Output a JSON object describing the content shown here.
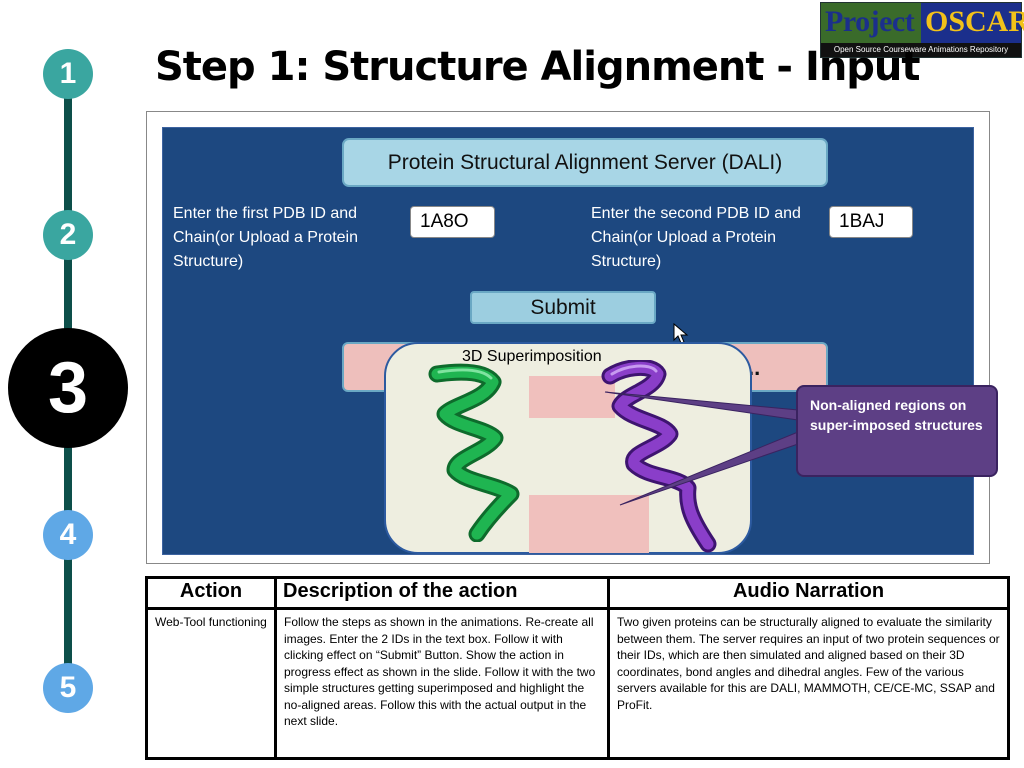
{
  "slide": {
    "title": "Step 1: Structure Alignment - Input",
    "steps": [
      "1",
      "2",
      "3",
      "4",
      "5"
    ],
    "current_step": "3"
  },
  "logo": {
    "project": "Project",
    "oscar": "OSCAR",
    "tagline": "Open Source Courseware Animations Repository"
  },
  "panel": {
    "server_title": "Protein Structural Alignment Server (DALI)",
    "first_label": "Enter the first PDB ID  and Chain(or Upload a Protein Structure)",
    "first_value": "1A8O",
    "second_label": "Enter the second PDB ID and Chain(or Upload a Protein Structure)",
    "second_value": "1BAJ",
    "submit_label": "Submit",
    "progress_dots": "..",
    "popup_title": "3D Superimposition",
    "callout_text": "Non-aligned regions on super-imposed structures"
  },
  "table": {
    "headers": [
      "Action",
      "Description of the action",
      "Audio Narration"
    ],
    "action": "Web-Tool functioning",
    "description": "Follow the steps as shown in the animations. Re-create all images. Enter the 2 IDs in the text box. Follow it with clicking effect on  “Submit” Button. Show the action in progress effect as shown in the slide. Follow it with the two simple structures getting superimposed and highlight the no-aligned areas. Follow this with the actual output in the next slide.",
    "narration": "Two given proteins can be structurally aligned to evaluate the similarity between them. The server requires an input of two protein sequences  or their IDs, which are then simulated and aligned based on their 3D coordinates, bond angles and dihedral angles. Few of the various servers available for this are DALI, MAMMOTH, CE/CE-MC, SSAP and ProFit."
  },
  "colors": {
    "panel_bg": "#1d4880",
    "teal": "#3aa6a0",
    "blue": "#5fa8e6",
    "callout": "#5d3f85",
    "helix_green": "#1aa84a",
    "helix_purple": "#7a33b8"
  }
}
